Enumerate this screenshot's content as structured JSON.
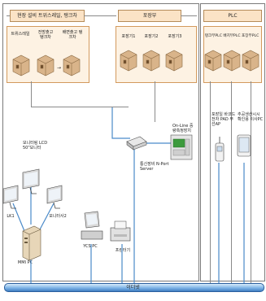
{
  "regions": {
    "site": "현장 설비 트위스레일, 탱크차",
    "dispatch": "포장부",
    "plc": "PLC"
  },
  "site_labels": {
    "rail": "트위스레일",
    "tank1": "전방출고 탱크차",
    "tank2": "배면출고 탱크차"
  },
  "dispatch_labels": {
    "pack1": "포장기1",
    "pack2": "포장기2",
    "pack3": "포장기3"
  },
  "plc_labels": {
    "plc_set": "탱크부PLC 배치부PLC 포장부PLC"
  },
  "center_labels": {
    "hub": "통신장비 N-Port Server",
    "online": "On-Line 중량측정장치"
  },
  "right_labels": {
    "wireless": "포장일 바코드 전자 PAD 무선AP",
    "mobile": "추공생산시시 확인용 이사PC"
  },
  "left_labels": {
    "monitor_group": "모니터링 LCD 50\"모니터",
    "lcd1": "LK1",
    "lcd2": "모니터사2",
    "mmi_pc": "MMI PC",
    "ycs_pc": "YCS PC",
    "printer": "프린터기"
  },
  "network": {
    "lan": "이더넷"
  },
  "colors": {
    "region_fill": "#fbe3c6",
    "group_fill": "#fdf2e3",
    "box": "#d9b48a",
    "network": "#4a8ac9"
  }
}
